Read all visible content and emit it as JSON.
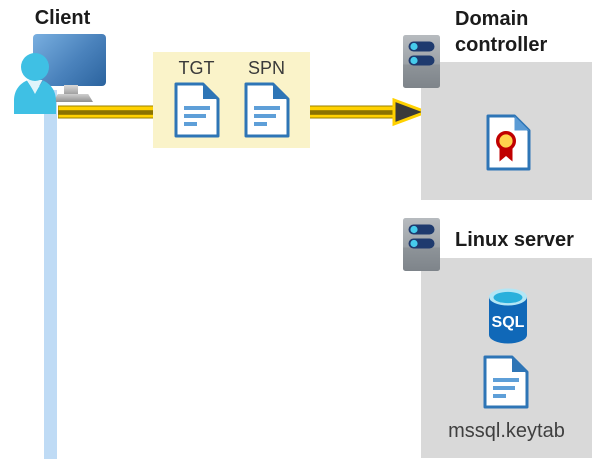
{
  "client": {
    "label": "Client"
  },
  "token_box": {
    "items": [
      {
        "label": "TGT",
        "icon": "document-icon"
      },
      {
        "label": "SPN",
        "icon": "document-icon"
      }
    ]
  },
  "arrow": {
    "direction": "right",
    "from": "client",
    "to": "domain-controller"
  },
  "domain_controller": {
    "label": "Domain controller",
    "icons": [
      "server-icon",
      "certificate-icon"
    ]
  },
  "linux_server": {
    "label": "Linux server",
    "icons": [
      "server-icon",
      "sql-database-icon",
      "document-icon"
    ],
    "sql_label": "SQL",
    "file_label": "mssql.keytab"
  },
  "colors": {
    "highlight_box_yellow": "#FAF3C9",
    "container_box_gray": "#D9D9D9",
    "arrow_yellow": "#FFD100",
    "arrow_core_dark_gold": "#8A7200",
    "arrowhead_dark": "#3A3A3A",
    "icon_border_blue": "#2E75B6",
    "icon_line_blue": "#5E9FD8",
    "person_cyan": "#3FC0E4",
    "client_line_light_blue": "#BFDBF5",
    "server_pill_navy": "#1E3A6E",
    "server_dot_cyan": "#46CCEC",
    "seal_gold": "#FFD34D",
    "seal_red": "#C00000",
    "sql_body_blue": "#1068B8",
    "sql_top_cyan": "#29B0DC"
  }
}
